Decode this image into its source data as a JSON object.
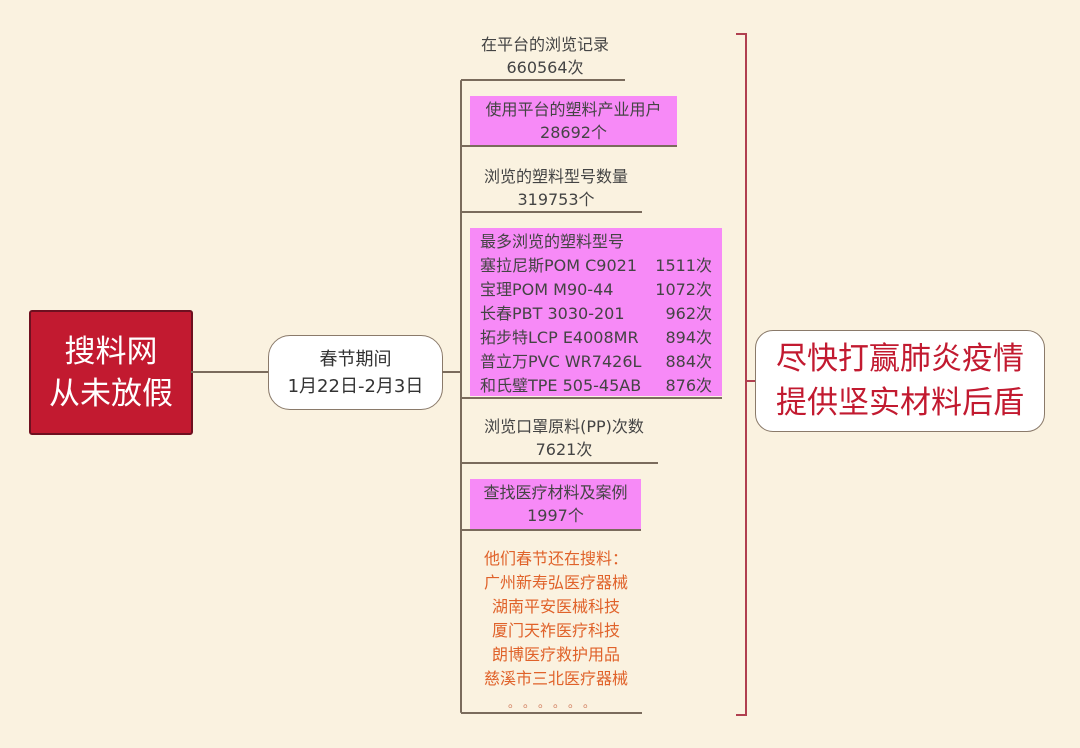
{
  "root": {
    "line1": "搜料网",
    "line2": "从未放假"
  },
  "period": {
    "title": "春节期间",
    "dates": "1月22日-2月3日"
  },
  "goal": {
    "line1": "尽快打赢肺炎疫情",
    "line2": "提供坚实材料后盾"
  },
  "items": [
    {
      "label": "在平台的浏览记录",
      "value": "660564次"
    },
    {
      "label": "使用平台的塑料产业用户",
      "value": "28692个"
    },
    {
      "label": "浏览的塑料型号数量",
      "value": "319753个"
    },
    {
      "label": "浏览口罩原料(PP)次数",
      "value": "7621次"
    },
    {
      "label": "查找医疗材料及案例",
      "value": "1997个"
    }
  ],
  "top_models": {
    "title": "最多浏览的塑料型号",
    "rows": [
      {
        "name": "塞拉尼斯POM C9021",
        "count": "1511次"
      },
      {
        "name": "宝理POM M90-44",
        "count": "1072次"
      },
      {
        "name": "长春PBT 3030-201",
        "count": "962次"
      },
      {
        "name": "拓步特LCP E4008MR",
        "count": "894次"
      },
      {
        "name": "普立万PVC WR7426L",
        "count": "884次"
      },
      {
        "name": "和氏璧TPE 505-45AB",
        "count": "876次"
      }
    ]
  },
  "companies": {
    "title": "他们春节还在搜料：",
    "list": [
      "广州新寿弘医疗器械",
      "湖南平安医械科技",
      "厦门天祚医疗科技",
      "朗博医疗救护用品",
      "慈溪市三北医疗器械"
    ],
    "ellipsis": "。。。。。。"
  }
}
